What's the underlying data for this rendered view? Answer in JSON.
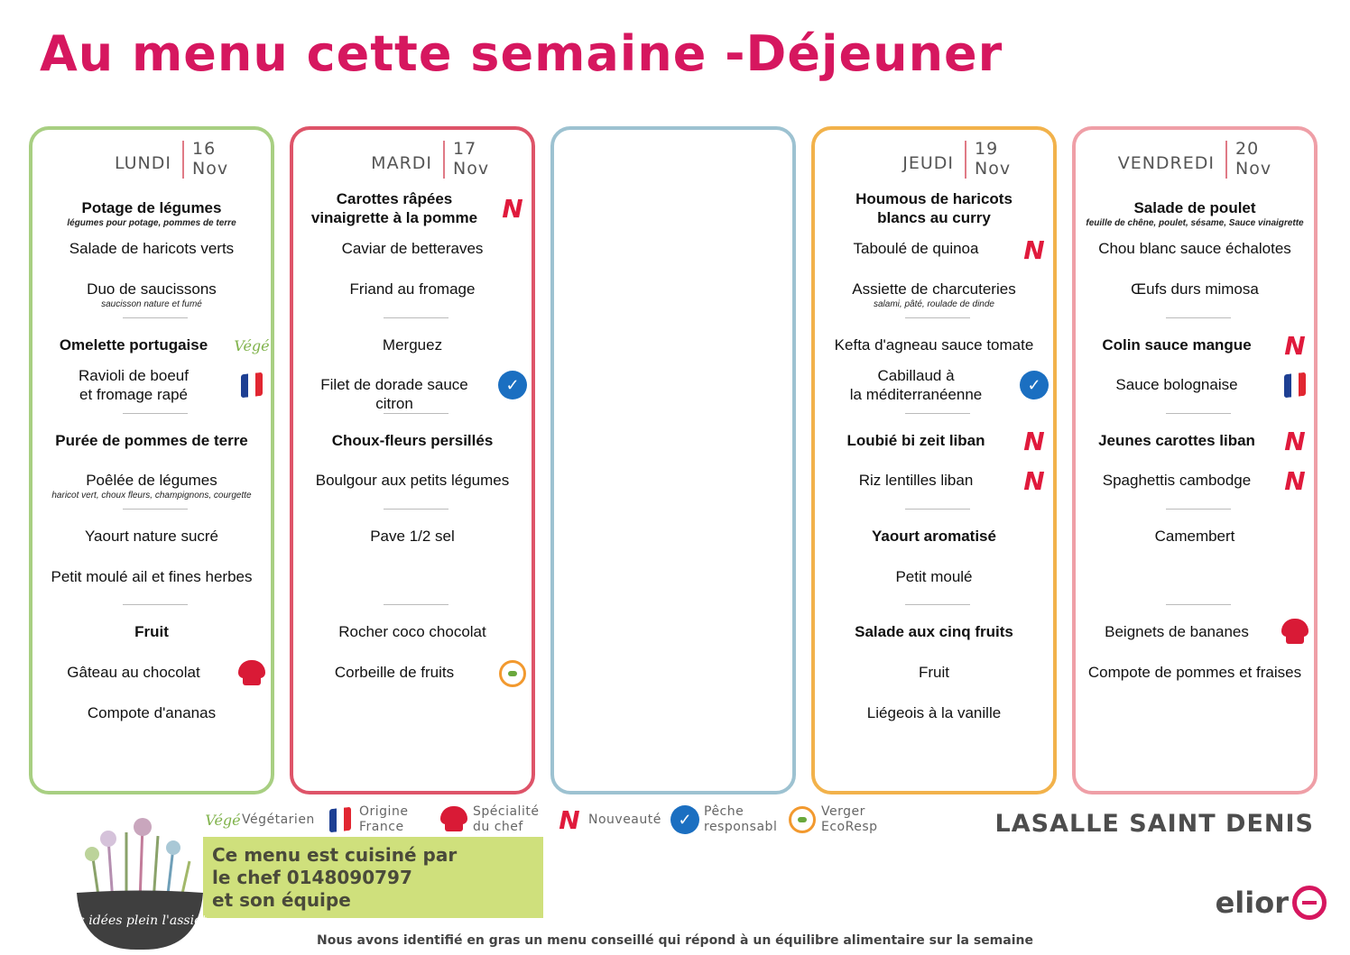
{
  "title": "Au menu cette semaine -Déjeuner",
  "days": [
    {
      "name": "LUNDI",
      "num": "16",
      "month": "Nov"
    },
    {
      "name": "MARDI",
      "num": "17",
      "month": "Nov"
    },
    {
      "name": "JEUDI",
      "num": "19",
      "month": "Nov"
    },
    {
      "name": "VENDREDI",
      "num": "20",
      "month": "Nov"
    }
  ],
  "lundi": {
    "d1": "Potage de légumes",
    "d1_sub": "légumes pour potage, pommes de terre",
    "d2": "Salade de haricots verts",
    "d3": "Duo de saucissons",
    "d3_sub": "saucisson nature et fumé",
    "d4": "Omelette portugaise",
    "d5": "Ravioli de boeuf",
    "d5b": "et fromage rapé",
    "d6": "Purée de pommes de terre",
    "d7": "Poêlée de légumes",
    "d7_sub": "haricot vert, choux fleurs, champignons, courgette",
    "d8": "Yaourt nature sucré",
    "d9": "Petit moulé ail et fines herbes",
    "d10": "Fruit",
    "d11": "Gâteau au chocolat",
    "d12": "Compote d'ananas"
  },
  "mardi": {
    "d1": "Carottes râpées",
    "d1b": "vinaigrette à la pomme",
    "d2": "Caviar de betteraves",
    "d3": "Friand au fromage",
    "d4": "Merguez",
    "d5": "Filet de dorade sauce citron",
    "d6": "Choux-fleurs persillés",
    "d7": "Boulgour aux petits légumes",
    "d8": "Pave 1/2 sel",
    "d10": "Rocher coco chocolat",
    "d11": "Corbeille de fruits"
  },
  "jeudi": {
    "d1": "Houmous de haricots",
    "d1b": "blancs au curry",
    "d2": "Taboulé de quinoa",
    "d3": "Assiette de charcuteries",
    "d3_sub": "salami, pâté, roulade de dinde",
    "d4": "Kefta d'agneau sauce tomate",
    "d5": "Cabillaud à",
    "d5b": "la méditerranéenne",
    "d6": "Loubié bi zeit liban",
    "d7": "Riz lentilles liban",
    "d8": "Yaourt aromatisé",
    "d9": "Petit moulé",
    "d10": "Salade aux cinq  fruits",
    "d11": "Fruit",
    "d12": "Liégeois à la vanille"
  },
  "vendredi": {
    "d1": "Salade de poulet",
    "d1_sub": "feuille de chêne, poulet, sésame, Sauce vinaigrette",
    "d2": "Chou blanc sauce échalotes",
    "d3": "Œufs durs mimosa",
    "d4": "Colin sauce  mangue",
    "d5": "Sauce bolognaise",
    "d6": "Jeunes carottes liban",
    "d7": "Spaghettis cambodge",
    "d8": "Camembert",
    "d10": "Beignets de bananes",
    "d11": "Compote de pommes et fraises"
  },
  "icons": {
    "nouveaute": "N",
    "vege": "Végé",
    "fish": "fish-icon"
  },
  "legend": {
    "vege": "Végétarien",
    "origine_1": "Origine",
    "origine_2": "France",
    "chef_1": "Spécialité",
    "chef_2": "du chef",
    "nouveaute": "Nouveauté",
    "peche_1": "Pêche",
    "peche_2": "responsabl",
    "verger_1": "Verger",
    "verger_2": "EcoResp"
  },
  "school": "LASALLE SAINT DENIS",
  "chef_box": {
    "l1": "Ce menu est cuisiné par",
    "l2": "le chef 0148090797",
    "l3": "et son équipe"
  },
  "logo_text": "Des idées plein l'assiette",
  "brand": "elior",
  "footnote": "Nous avons identifié en gras un menu conseillé qui répond à un équilibre alimentaire sur la semaine",
  "colors": {
    "title": "#d6175f",
    "lundi": "#a8cf82",
    "mardi": "#de5469",
    "mercredi": "#9dc2d1",
    "jeudi": "#f2b24b",
    "vendredi": "#ef9fa7"
  }
}
